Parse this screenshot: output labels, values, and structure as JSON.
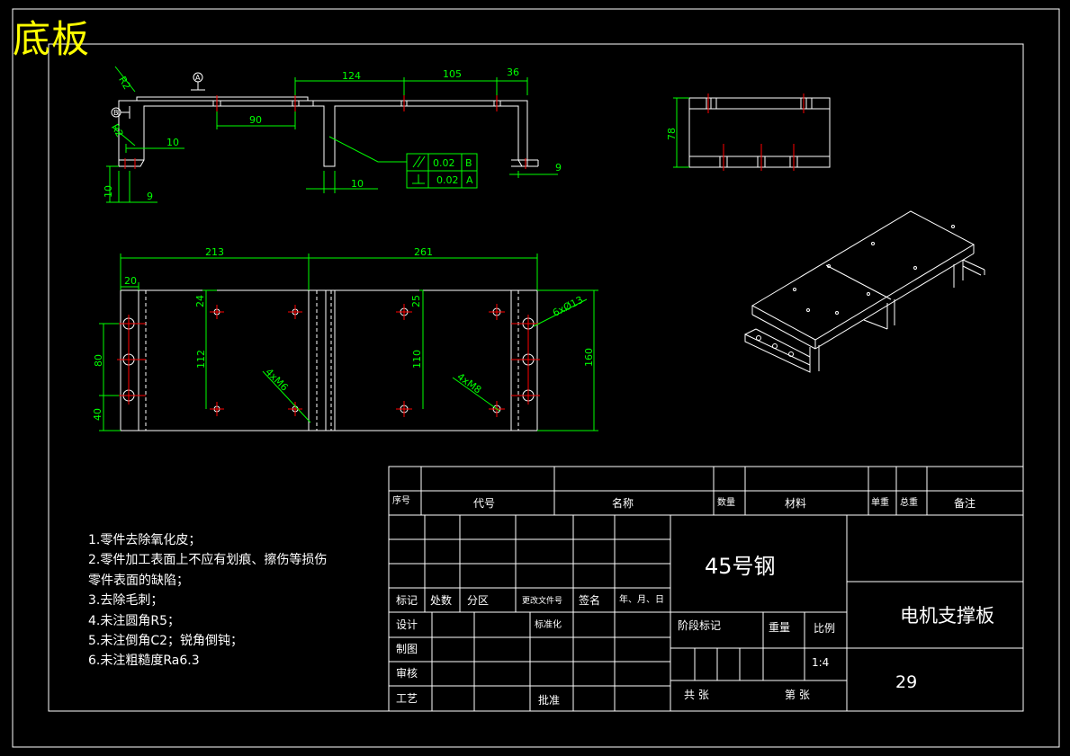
{
  "sheet_label": "底板",
  "dims_top": {
    "d124": "124",
    "d105": "105",
    "d36": "36",
    "d90": "90",
    "d10a": "10",
    "d10b": "10",
    "d10c": "10",
    "d9a": "9",
    "d9b": "9",
    "r2a": "R2",
    "r2b": "R2",
    "datumA": "A",
    "datumB": "B"
  },
  "tolerance": {
    "r1_val": "0.02",
    "r1_ref": "B",
    "r2_val": "0.02",
    "r2_ref": "A"
  },
  "dims_side": {
    "d78": "78"
  },
  "dims_plan": {
    "d213": "213",
    "d261": "261",
    "d20": "20",
    "d24": "24",
    "d25": "25",
    "d112": "112",
    "d110": "110",
    "d80": "80",
    "d40": "40",
    "d160": "160",
    "holes_a": "4xM6",
    "holes_b": "4xM8",
    "holes_c": "6xØ13"
  },
  "notes": [
    "1.零件去除氧化皮；",
    "2.零件加工表面上不应有划痕、擦伤等损伤",
    "   零件表面的缺陷；",
    "3.去除毛刺；",
    "4.未注圆角R5；",
    "5.未注倒角C2；锐角倒钝；",
    "6.未注粗糙度Ra6.3"
  ],
  "title_block": {
    "seq": "序号",
    "code": "代号",
    "name": "名称",
    "qty": "数量",
    "material_h": "材料",
    "unit_wt": "单重",
    "total_wt": "总重",
    "remark": "备注",
    "mark": "标记",
    "count": "处数",
    "zone": "分区",
    "change_doc": "更改文件号",
    "sign": "签名",
    "date": "年、月、日",
    "design": "设计",
    "standard": "标准化",
    "draw": "制图",
    "check": "审核",
    "process": "工艺",
    "approve": "批准",
    "stage_mark": "阶段标记",
    "weight": "重量",
    "scale": "比例",
    "scale_val": "1:4",
    "total_sheets": "共  张",
    "sheet_no": "第  张",
    "material": "45号钢",
    "part_name": "电机支撑板",
    "drawing_no": "29"
  },
  "colors": {
    "outline": "#ffffff",
    "dimension": "#00ff00",
    "center": "#ff0000",
    "label": "#ffff00"
  }
}
